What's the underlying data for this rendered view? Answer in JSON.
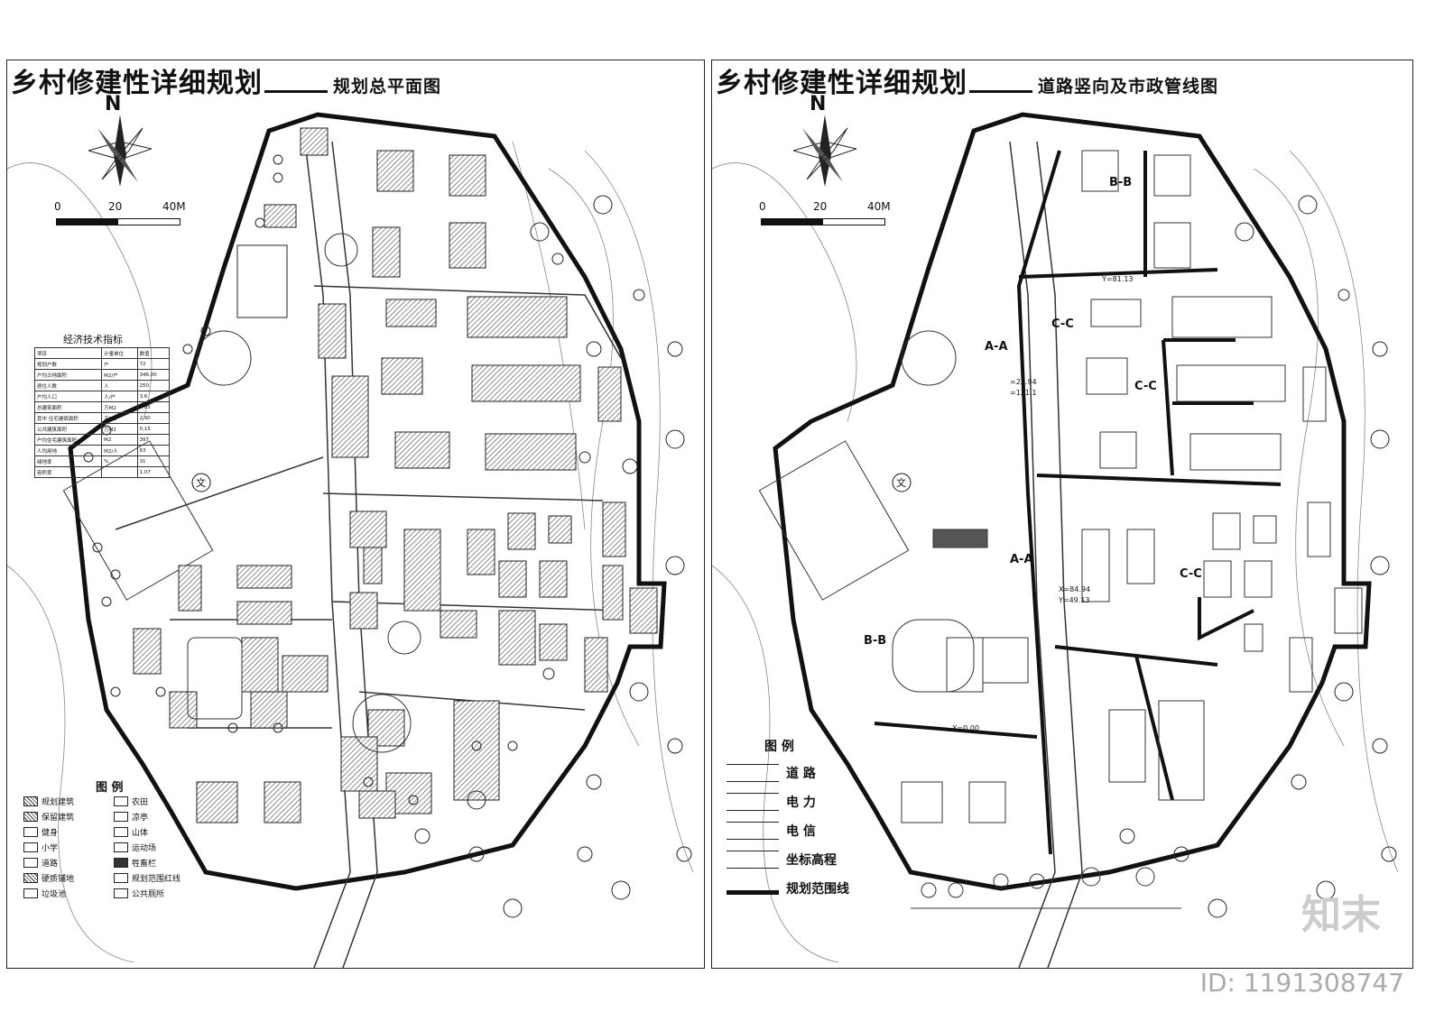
{
  "left_sheet": {
    "title_main": "乡村修建性详细规划",
    "title_sub": "规划总平面图",
    "north": "N",
    "scale": {
      "s0": "0",
      "s1": "20",
      "s2": "40M"
    },
    "table_title": "经济技术指标",
    "table_rows": [
      [
        "项目",
        "计量单位",
        "数值"
      ],
      [
        "规划户数",
        "户",
        "72"
      ],
      [
        "户均占地面积",
        "M2/户",
        "346.00"
      ],
      [
        "居住人数",
        "人",
        "250"
      ],
      [
        "户均人口",
        "人/户",
        "3.6"
      ],
      [
        "总建筑面积",
        "万M2",
        "4.85"
      ],
      [
        "其中 住宅建筑面积",
        "万M2",
        "2.90"
      ],
      [
        "公共建筑面积",
        "万M2",
        "0.15"
      ],
      [
        "户均住宅建筑面积",
        "M2",
        "397"
      ],
      [
        "人均用地",
        "M2/人",
        "63"
      ],
      [
        "绿地率",
        "%",
        "31"
      ],
      [
        "容积率",
        "",
        "1.07"
      ]
    ],
    "school_label": "文",
    "legend_title": "图 例",
    "legend_items": [
      {
        "name": "规划建筑",
        "swatch": "hatch"
      },
      {
        "name": "农田",
        "swatch": "plain"
      },
      {
        "name": "保留建筑",
        "swatch": "hatch"
      },
      {
        "name": "凉亭",
        "swatch": "plain"
      },
      {
        "name": "健身",
        "swatch": "plain"
      },
      {
        "name": "山体",
        "swatch": "plain"
      },
      {
        "name": "小学",
        "swatch": "plain"
      },
      {
        "name": "运动场",
        "swatch": "plain"
      },
      {
        "name": "道路",
        "swatch": "plain"
      },
      {
        "name": "牲畜栏",
        "swatch": "dark"
      },
      {
        "name": "硬质铺地",
        "swatch": "hatch"
      },
      {
        "name": "规划范围红线",
        "swatch": "plain"
      },
      {
        "name": "垃圾池",
        "swatch": "plain"
      },
      {
        "name": "公共厕所",
        "swatch": "plain"
      }
    ]
  },
  "right_sheet": {
    "title_main": "乡村修建性详细规划",
    "title_sub": "道路竖向及市政管线图",
    "north": "N",
    "scale": {
      "s0": "0",
      "s1": "20",
      "s2": "40M"
    },
    "school_label": "文",
    "section_labels": [
      "B-B",
      "A-A",
      "C-C",
      "C-C",
      "A-A",
      "C-C",
      "B-B"
    ],
    "elevations": [
      "=23.94",
      "=121.1",
      "X=84.94",
      "Y=49.13",
      "X=0.00",
      "Y=81.13"
    ],
    "legend_title": "图 例",
    "legend_items": [
      "道 路",
      "电 力",
      "电 信",
      "坐标高程",
      "规划范围线"
    ]
  },
  "watermark_brand": "知末",
  "image_id": "ID: 1191308747"
}
